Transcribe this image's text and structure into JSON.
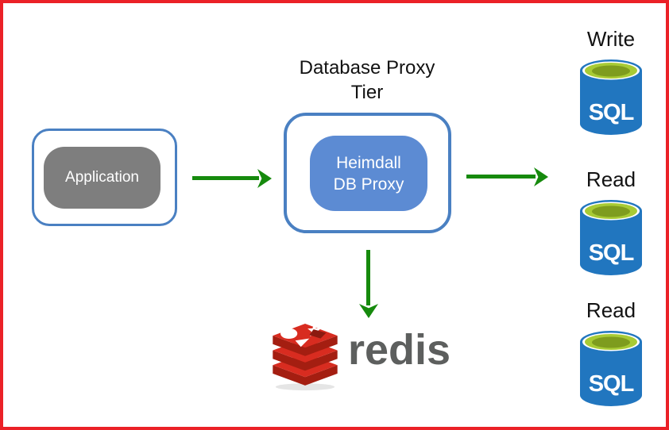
{
  "diagram": {
    "title": "Database Proxy Tier"
  },
  "nodes": {
    "application": {
      "label": "Application"
    },
    "proxy": {
      "label": "Heimdall DB Proxy"
    }
  },
  "databases": [
    {
      "role": "Write",
      "icon_label": "SQL"
    },
    {
      "role": "Read",
      "icon_label": "SQL"
    },
    {
      "role": "Read",
      "icon_label": "SQL"
    }
  ],
  "redis": {
    "wordmark": "redis"
  },
  "colors": {
    "frame_red": "#EB2127",
    "box_border_blue": "#4A80C2",
    "application_gray": "#7E7E7E",
    "proxy_fill_blue": "#5C8BD3",
    "arrow_green": "#168A0D",
    "sql_body_blue": "#2176BF",
    "sql_top_lime": "#A8CB35",
    "sql_top_olive": "#7E9C1E",
    "redis_red": "#D82C20",
    "redis_dark_red": "#A41E11",
    "redis_wordmark_gray": "#5D5F5E"
  }
}
